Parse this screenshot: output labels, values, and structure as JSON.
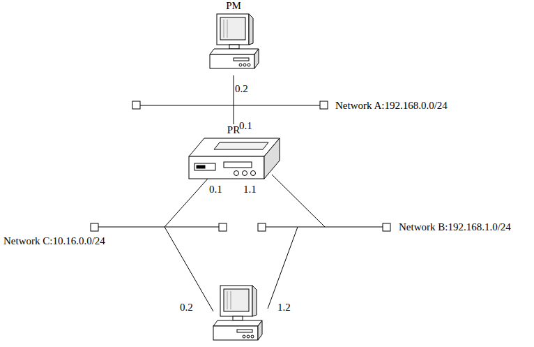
{
  "diagram": {
    "nodes": [
      {
        "text": [
          "PM"
        ]
      },
      {
        "text": [
          "PR"
        ]
      }
    ],
    "edges": [
      {
        "from": 0,
        "to": 1,
        "arrow": "none"
      }
    ],
    "labels": [
      "0.2",
      "Network A:192.168.0.0/24",
      "0.1",
      "0.1",
      "1.1",
      "Network C:10.16.0.0/24",
      "Network B:192.168.1.0/24",
      "0.2",
      "1.2"
    ]
  }
}
